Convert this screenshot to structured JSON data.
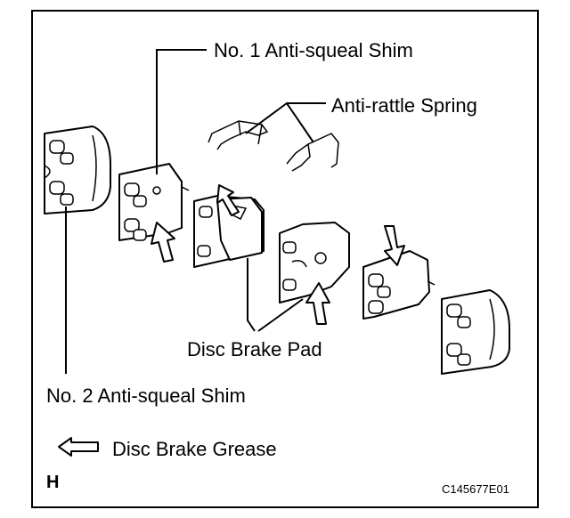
{
  "labels": {
    "shim1": "No. 1 Anti-squeal Shim",
    "spring": "Anti-rattle Spring",
    "pad": "Disc Brake Pad",
    "shim2": "No. 2 Anti-squeal Shim",
    "grease": "Disc Brake Grease",
    "section": "H",
    "figure_code": "C145677E01"
  }
}
